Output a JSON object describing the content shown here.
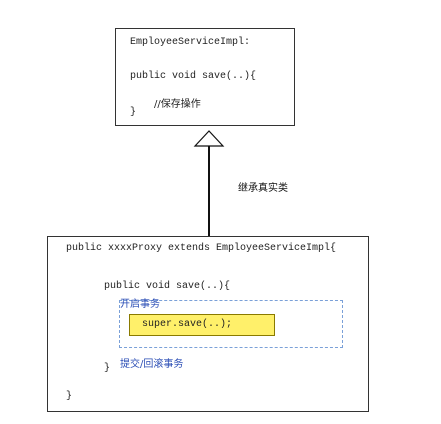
{
  "top_box": {
    "class_title": "EmployeeServiceImpl:",
    "method_signature": "public void save(..){",
    "comment": "//保存操作",
    "close_brace": "}"
  },
  "connector": {
    "label": "继承真实类"
  },
  "bottom_box": {
    "class_declaration": "public   xxxxProxy  extends EmployeeServiceImpl{",
    "method_signature": "public void save(..){",
    "open_transaction": "开启事务",
    "super_call": "super.save(..);",
    "commit_transaction": "提交/回滚事务",
    "method_close_brace": "}",
    "class_close_brace": "}"
  },
  "colors": {
    "highlight": "#fff06a",
    "annotation_blue": "#2a4db5",
    "dashed_blue": "#7aa0d8"
  }
}
